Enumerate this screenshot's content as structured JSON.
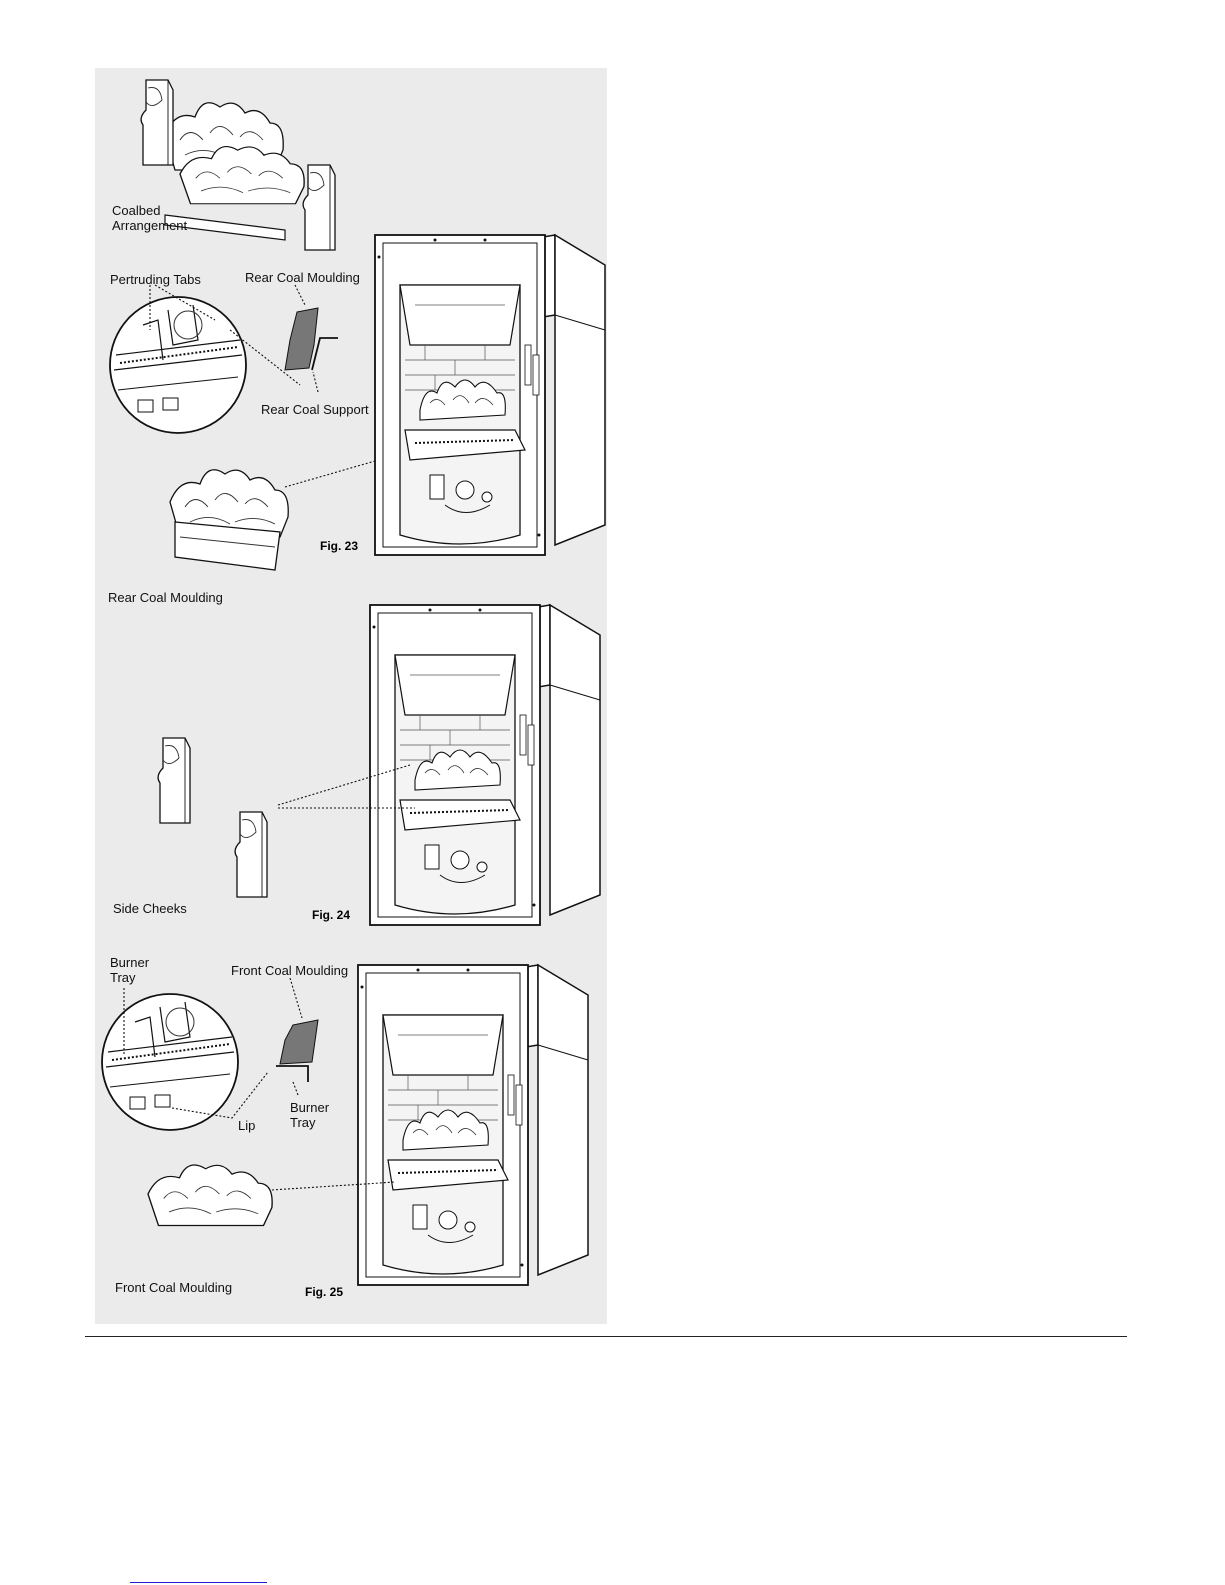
{
  "figures": [
    {
      "id": "fig23",
      "caption": "Fig. 23",
      "labels": {
        "coalbed": "Coalbed\nArrangement",
        "tabs": "Pertruding Tabs",
        "rear_moulding_top": "Rear Coal Moulding",
        "rear_support": "Rear Coal Support",
        "rear_moulding_bottom": "Rear Coal Moulding"
      }
    },
    {
      "id": "fig24",
      "caption": "Fig. 24",
      "labels": {
        "side_cheeks": "Side Cheeks"
      }
    },
    {
      "id": "fig25",
      "caption": "Fig. 25",
      "labels": {
        "burner_tray_left": "Burner\nTray",
        "front_moulding_top": "Front Coal Moulding",
        "burner_tray_right": "Burner\nTray",
        "lip": "Lip",
        "front_moulding_bottom": "Front Coal Moulding"
      }
    }
  ],
  "colors": {
    "panel": "#ebebeb",
    "ink": "#111111",
    "hatch": "#777777",
    "footer_link": "#1f1fd6"
  }
}
